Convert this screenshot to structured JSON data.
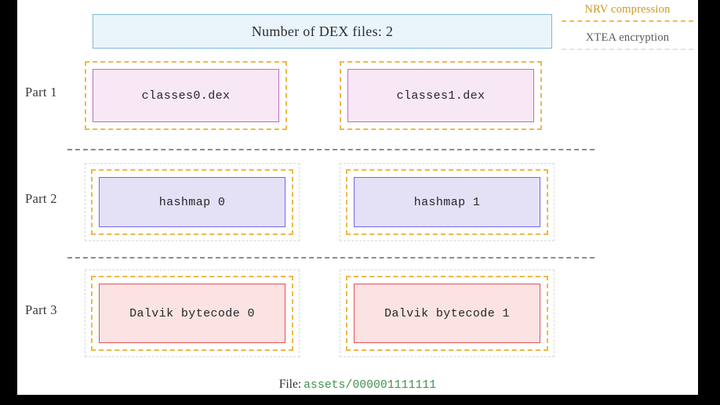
{
  "legend": {
    "items": [
      {
        "label": "NRV compression",
        "color": "#cc9a1f",
        "dash_color": "#f0bb4a",
        "name": "nrv-compression"
      },
      {
        "label": "XTEA encryption",
        "color": "#58595b",
        "dash_color": "#e2e2e2",
        "name": "xtea-encryption"
      }
    ]
  },
  "header": {
    "title": "Number of DEX files: 2",
    "dex_count": 2,
    "fill": "#e9f5fb",
    "border": "#7fb6d8"
  },
  "parts": [
    {
      "label": "Part 1",
      "layers": [
        "NRV compression"
      ],
      "inner_fill": "#f8e8f6",
      "inner_border": "#c269c2",
      "cells": [
        {
          "text": "classes0.dex"
        },
        {
          "text": "classes1.dex"
        }
      ]
    },
    {
      "label": "Part 2",
      "layers": [
        "XTEA encryption",
        "NRV compression"
      ],
      "inner_fill": "#e4e1f7",
      "inner_border": "#7b63e0",
      "cells": [
        {
          "text": "hashmap 0"
        },
        {
          "text": "hashmap 1"
        }
      ]
    },
    {
      "label": "Part 3",
      "layers": [
        "XTEA encryption",
        "NRV compression"
      ],
      "inner_fill": "#fbe3e3",
      "inner_border": "#e05252",
      "cells": [
        {
          "text": "Dalvik bytecode 0"
        },
        {
          "text": "Dalvik bytecode 1"
        }
      ]
    }
  ],
  "footer": {
    "label": "File:",
    "path": "assets/000001111111",
    "path_color": "#3f8f4a"
  }
}
